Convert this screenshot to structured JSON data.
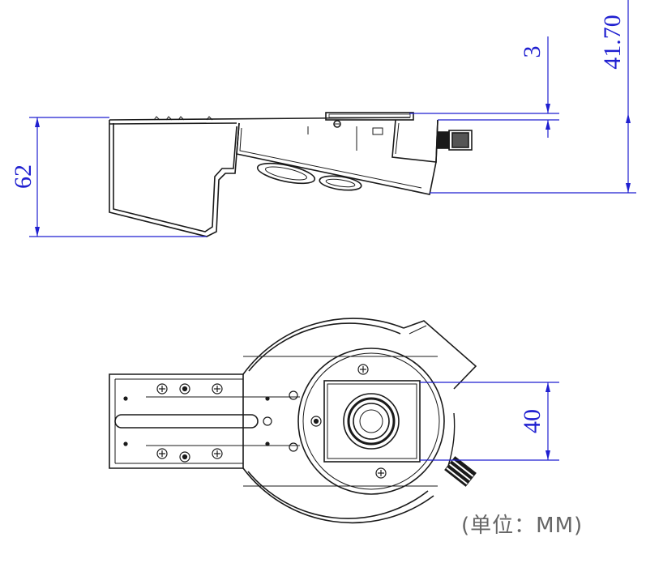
{
  "dimensions": {
    "top_right_small": "3",
    "top_right_height": "41.70",
    "left_height": "62",
    "bottom_right_width": "40"
  },
  "unit_label": "(单位：MM)",
  "colors": {
    "dimension": "#1f1fd0",
    "outline": "#1a1a1a",
    "unit_text": "#666666"
  }
}
